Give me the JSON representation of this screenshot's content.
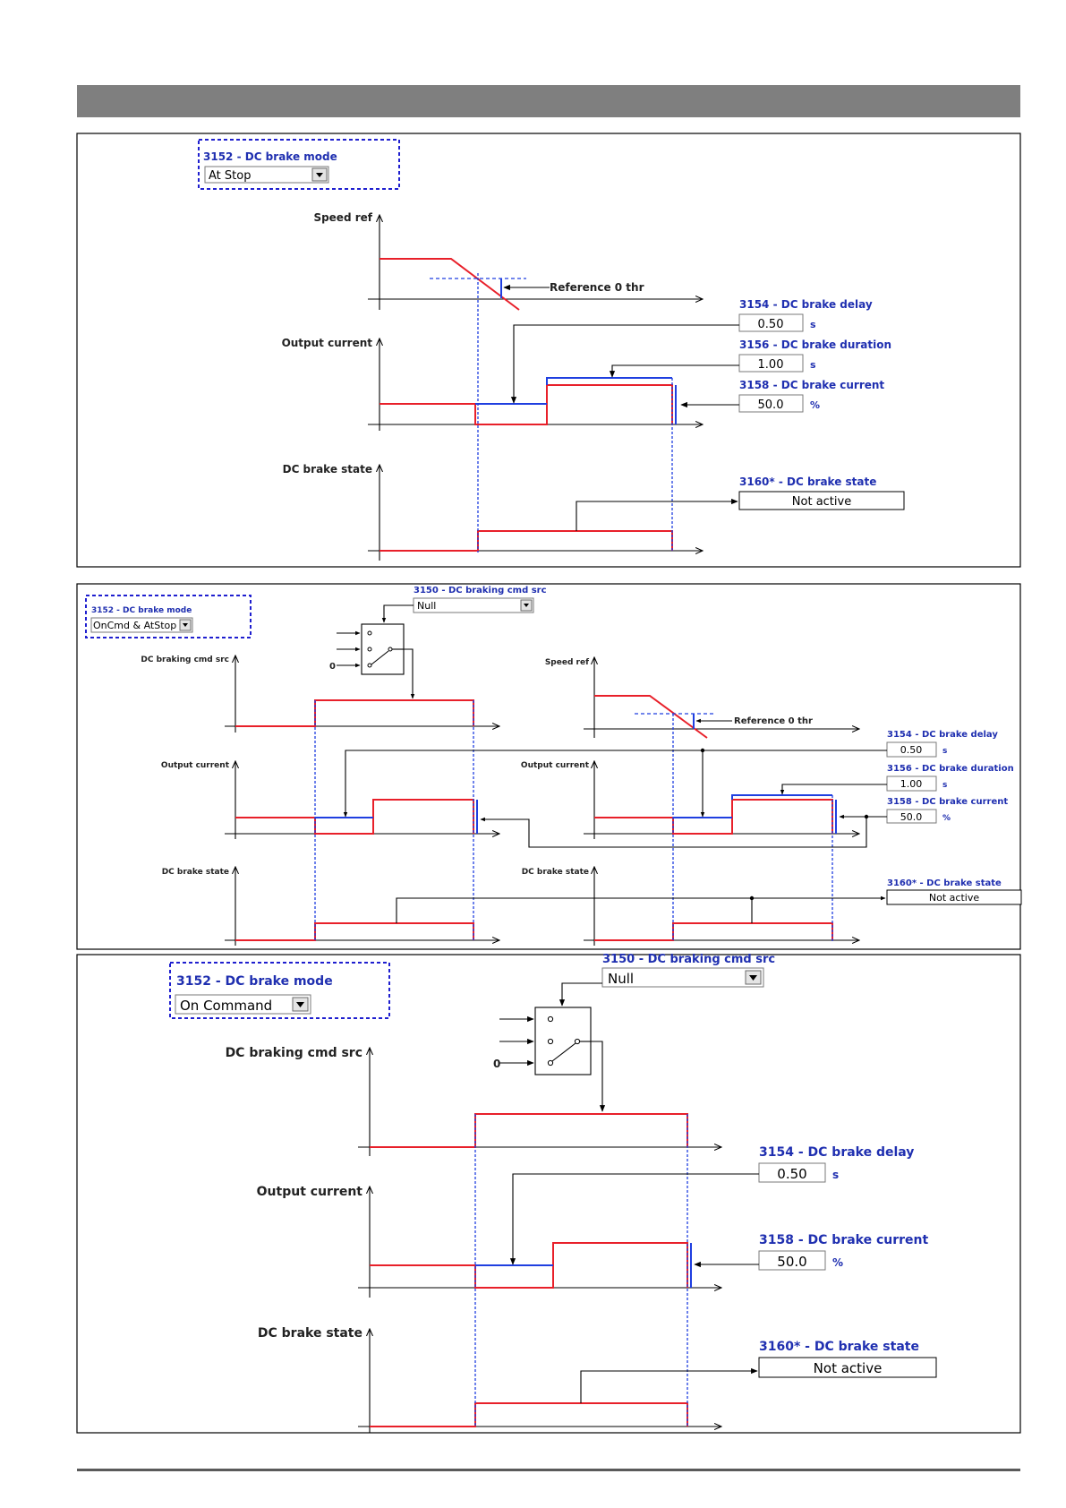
{
  "panel1": {
    "mode_label": "3152 - DC brake mode",
    "mode_value": "At Stop",
    "speed_ref": "Speed ref",
    "output_current": "Output current",
    "dc_brake_state": "DC brake state",
    "reference_thr": "Reference 0 thr",
    "delay_label": "3154 - DC brake delay",
    "delay_value": "0.50",
    "delay_unit": "s",
    "duration_label": "3156 - DC brake duration",
    "duration_value": "1.00",
    "duration_unit": "s",
    "current_label": "3158 - DC brake current",
    "current_value": "50.0",
    "current_unit": "%",
    "state_label": "3160* - DC brake state",
    "state_value": "Not active"
  },
  "panel2": {
    "mode_label": "3152 - DC brake mode",
    "mode_value": "OnCmd & AtStop",
    "cmd_src_label": "3150 - DC braking cmd src",
    "cmd_src_value": "Null",
    "switch_zero": "0",
    "left_cmd_src": "DC braking cmd src",
    "left_output_current": "Output current",
    "left_dc_brake_state": "DC brake state",
    "speed_ref": "Speed ref",
    "right_output_current": "Output current",
    "right_dc_brake_state": "DC brake state",
    "reference_thr": "Reference 0 thr",
    "delay_label": "3154 - DC brake delay",
    "delay_value": "0.50",
    "delay_unit": "s",
    "duration_label": "3156 - DC brake duration",
    "duration_value": "1.00",
    "duration_unit": "s",
    "current_label": "3158 - DC brake current",
    "current_value": "50.0",
    "current_unit": "%",
    "state_label": "3160* - DC brake state",
    "state_value": "Not active"
  },
  "panel3": {
    "mode_label": "3152 - DC brake mode",
    "mode_value": "On Command",
    "cmd_src_label": "3150 - DC braking cmd src",
    "cmd_src_value": "Null",
    "switch_zero": "0",
    "cmd_src_axis": "DC braking cmd src",
    "output_current": "Output current",
    "dc_brake_state": "DC brake state",
    "delay_label": "3154 - DC brake delay",
    "delay_value": "0.50",
    "delay_unit": "s",
    "current_label": "3158 - DC brake current",
    "current_value": "50.0",
    "current_unit": "%",
    "state_label": "3160* - DC brake state",
    "state_value": "Not active"
  },
  "colors": {
    "header_bar": "#7f7f7f",
    "signal": "#e8202a",
    "brake_level": "#1f3fe0",
    "parameter_text": "#1f2fb0",
    "mode_box_border": "#1f1fcf"
  },
  "icons": {
    "dropdown": "chevron-down-icon",
    "selector_switch": "switch-icon",
    "arrow": "arrowhead-icon"
  }
}
